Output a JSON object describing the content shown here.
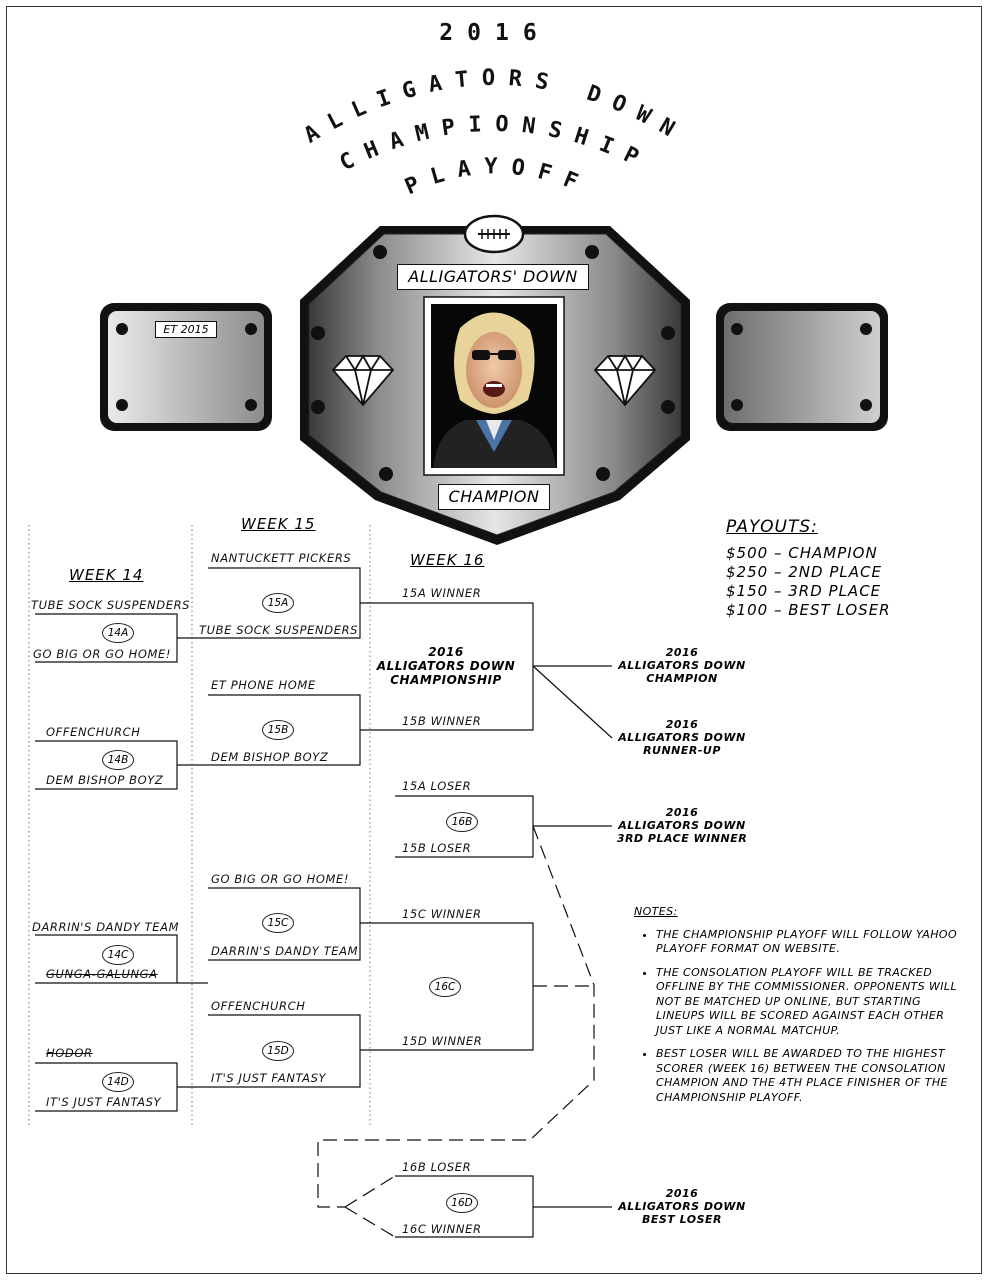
{
  "title": {
    "year": "2016",
    "line1": "ALLIGATORS DOWN",
    "line2": "CHAMPIONSHIP",
    "line3": "PLAYOFF"
  },
  "belt": {
    "top_label": "ALLIGATORS' DOWN",
    "bottom_label": "CHAMPION",
    "side_label": "ET 2015",
    "icons": [
      "football-icon",
      "diamond-icon"
    ]
  },
  "weeks": {
    "w14": "WEEK 14",
    "w15": "WEEK 15",
    "w16": "WEEK 16"
  },
  "week14": {
    "m14a": {
      "label": "14A",
      "top": "TUBE SOCK SUSPENDERS",
      "bottom": "GO BIG OR GO HOME!"
    },
    "m14b": {
      "label": "14B",
      "top": "OFFENCHURCH",
      "bottom": "DEM BISHOP BOYZ"
    },
    "m14c": {
      "label": "14C",
      "top": "DARRIN'S DANDY TEAM",
      "bottom": "GUNGA-GALUNGA"
    },
    "m14d": {
      "label": "14D",
      "top": "HODOR",
      "bottom": "IT'S JUST FANTASY"
    }
  },
  "week15": {
    "m15a": {
      "label": "15A",
      "top": "NANTUCKETT PICKERS",
      "bottom": "TUBE SOCK SUSPENDERS"
    },
    "m15b": {
      "label": "15B",
      "top": "ET PHONE HOME",
      "bottom": "DEM BISHOP BOYZ"
    },
    "m15c": {
      "label": "15C",
      "top": "GO BIG OR GO HOME!",
      "bottom": "DARRIN'S DANDY TEAM"
    },
    "m15d": {
      "label": "15D",
      "top": "OFFENCHURCH",
      "bottom": "IT'S JUST FANTASY"
    }
  },
  "week16": {
    "champ": {
      "top": "15A WINNER",
      "bottom": "15B WINNER",
      "center": "2016\nALLIGATORS DOWN\nCHAMPIONSHIP"
    },
    "m16b": {
      "label": "16B",
      "top": "15A LOSER",
      "bottom": "15B LOSER"
    },
    "m16c": {
      "label": "16C",
      "top": "15C WINNER",
      "bottom": "15D WINNER"
    },
    "m16d": {
      "label": "16D",
      "top": "16B LOSER",
      "bottom": "16C WINNER"
    }
  },
  "results": {
    "champion": "2016\nALLIGATORS DOWN\nCHAMPION",
    "runner_up": "2016\nALLIGATORS DOWN\nRUNNER-UP",
    "third": "2016\nALLIGATORS DOWN\n3RD PLACE WINNER",
    "best_loser": "2016\nALLIGATORS DOWN\nBEST LOSER"
  },
  "payouts": {
    "title": "PAYOUTS:",
    "items": [
      {
        "amount": "$500",
        "place": "CHAMPION"
      },
      {
        "amount": "$250",
        "place": "2ND PLACE"
      },
      {
        "amount": "$150",
        "place": "3RD PLACE"
      },
      {
        "amount": "$100",
        "place": "BEST LOSER"
      }
    ],
    "separator": "–"
  },
  "notes": {
    "title": "NOTES:",
    "items": [
      "THE CHAMPIONSHIP PLAYOFF WILL FOLLOW YAHOO PLAYOFF FORMAT ON WEBSITE.",
      "THE CONSOLATION PLAYOFF WILL BE TRACKED OFFLINE BY THE COMMISSIONER. OPPONENTS WILL NOT BE MATCHED UP ONLINE, BUT STARTING LINEUPS WILL BE SCORED AGAINST EACH OTHER JUST LIKE A NORMAL MATCHUP.",
      "BEST LOSER WILL BE AWARDED TO THE HIGHEST SCORER (WEEK 16) BETWEEN THE CONSOLATION CHAMPION AND THE 4TH PLACE FINISHER OF THE CHAMPIONSHIP PLAYOFF."
    ]
  }
}
